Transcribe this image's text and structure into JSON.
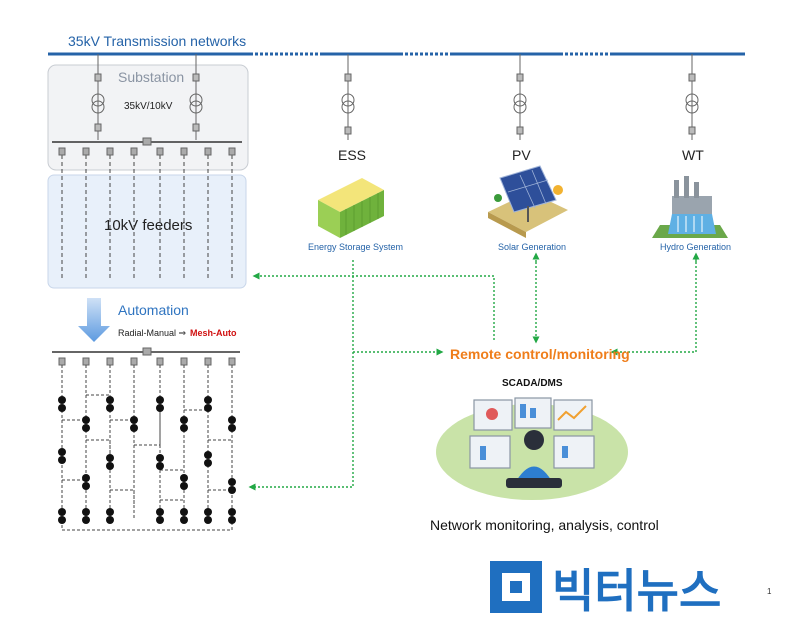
{
  "bus": {
    "label": "35kV Transmission networks"
  },
  "substation": {
    "title": "Substation",
    "ratio": "35kV/10kV"
  },
  "feeders": {
    "label": "10kV feeders"
  },
  "automation": {
    "title": "Automation",
    "radial": "Radial-Manual ⇒",
    "mesh": "Mesh-Auto"
  },
  "nodes": [
    {
      "short": "ESS",
      "caption": "Energy Storage System"
    },
    {
      "short": "PV",
      "caption": "Solar Generation"
    },
    {
      "short": "WT",
      "caption": "Hydro Generation"
    }
  ],
  "remote": {
    "label": "Remote control/monitoring"
  },
  "scada": {
    "label": "SCADA/DMS"
  },
  "network": {
    "label": "Network monitoring, analysis, control"
  },
  "logo": {
    "text": "빅터뉴스"
  },
  "page": {
    "number": "1"
  },
  "colors": {
    "bus": "#2563a8",
    "link": "#22a845",
    "accent": "#ef7d1a",
    "mesh": "#d01010"
  }
}
